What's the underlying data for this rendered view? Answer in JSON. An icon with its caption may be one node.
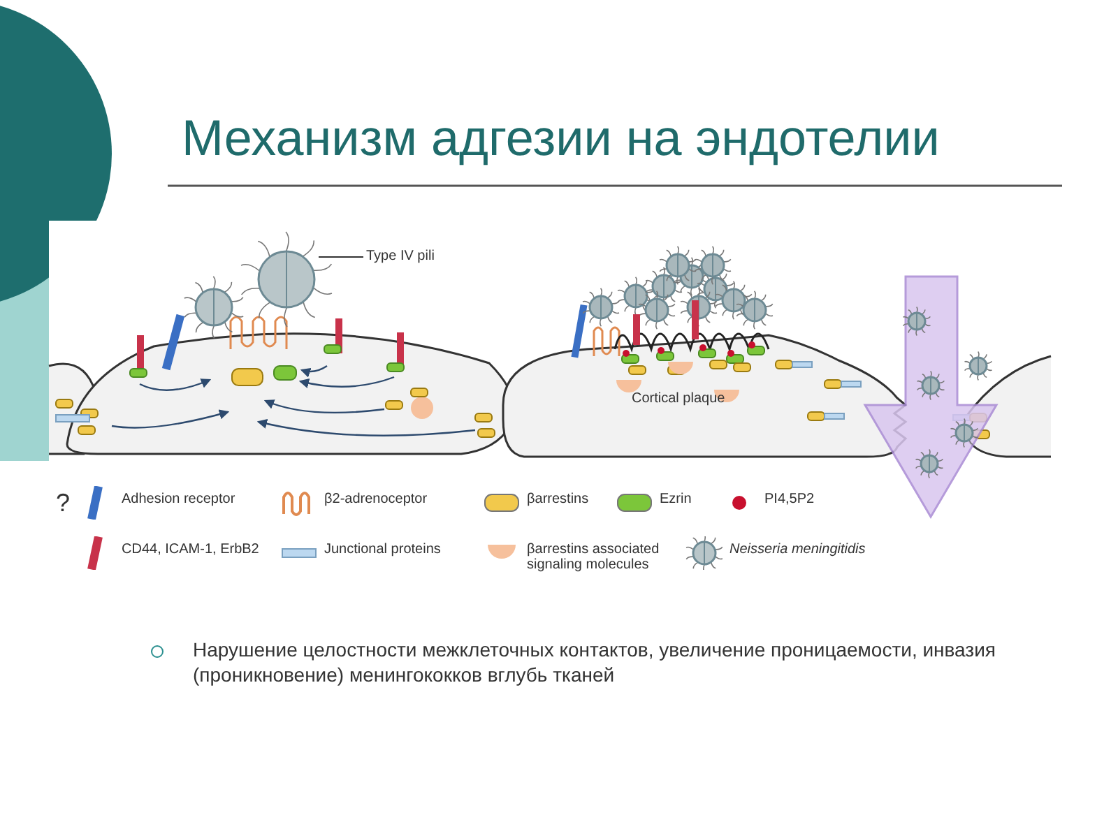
{
  "diagram": {
    "title": "Механизм адгезии на эндотелии",
    "nodes": [
      {
        "text": [
          "Type IV pili"
        ]
      },
      {
        "text": [],
        "shape": "picture"
      }
    ],
    "edges": [
      {
        "from": 0,
        "to": 1,
        "arrow": "none"
      }
    ],
    "labels": [
      "Cortical plaque",
      "?",
      "Нарушение целостности межклеточных контактов, увеличение проницаемости, инвазия (проникновение) менингококков вглубь тканей"
    ],
    "legend": [
      {
        "text": "Adhesion receptor",
        "color": "#3a6fc4"
      },
      {
        "text": "β2-adrenoceptor"
      },
      {
        "text": "βarrestins",
        "color": "#f2c94c"
      },
      {
        "text": "Ezrin",
        "color": "#7cc63a"
      },
      {
        "text": "PI4,5P2",
        "color": "#c8102e"
      },
      {
        "text": "CD44, ICAM-1, ErbB2",
        "color": "#c8324a"
      },
      {
        "text": "Junctional proteins",
        "color": "#bcd8f0"
      },
      {
        "text": "βarrestins associated signaling molecules",
        "color": "#f6c09c"
      },
      {
        "text": "Neisseria meningitidis"
      }
    ]
  }
}
